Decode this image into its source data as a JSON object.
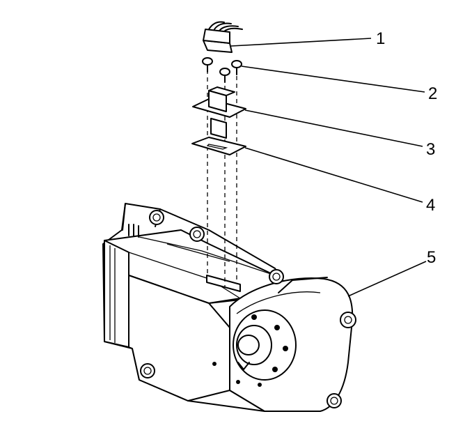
{
  "callouts": [
    {
      "label": "1",
      "part": "electrical-connector"
    },
    {
      "label": "2",
      "part": "screws"
    },
    {
      "label": "3",
      "part": "actuator"
    },
    {
      "label": "4",
      "part": "gasket"
    },
    {
      "label": "5",
      "part": "heater-blower-housing"
    }
  ],
  "colors": {
    "line": "#000000",
    "background": "#ffffff"
  }
}
